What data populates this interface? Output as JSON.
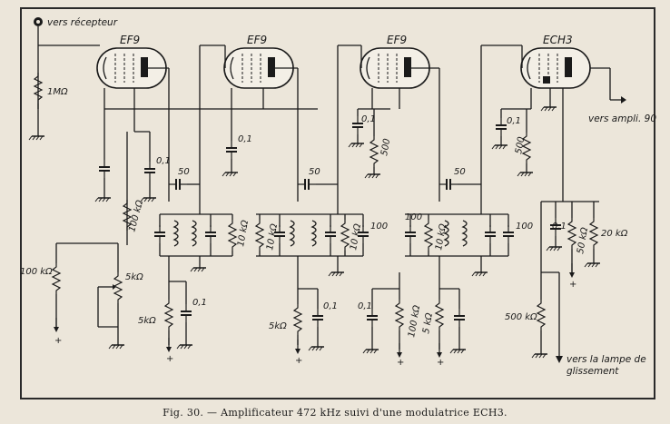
{
  "caption": "Fig. 30. — Amplificateur 472 kHz suivi d'une modulatrice ECH3.",
  "tubes": {
    "t1": "EF9",
    "t2": "EF9",
    "t3": "EF9",
    "t4": "ECH3"
  },
  "notes": {
    "input": "vers récepteur",
    "output": "vers ampli. 90",
    "lamp": "vers la lampe de",
    "lamp2": "glissement"
  },
  "labels": {
    "r1M": "1MΩ",
    "c01a": "0,1",
    "r100ka": "100 kΩ",
    "c50a": "50",
    "r10ka": "10 kΩ",
    "r100kb": "100 kΩ",
    "r5ka": "5kΩ",
    "r5kb": "5kΩ",
    "c01b": "0,1",
    "c01c": "0,1",
    "c50b": "50",
    "r10kb": "10 kΩ",
    "r10kc": "10 kΩ",
    "c100a": "100",
    "r5kc": "5kΩ",
    "c01d": "0,1",
    "c01e": "0,1",
    "r500a": "500",
    "c01f": "0,1",
    "r100kc": "100 kΩ",
    "c50c": "50",
    "c100b": "100",
    "r10kd": "10 kΩ",
    "c100c": "100",
    "r5kd": "5 kΩ",
    "c01g": "0,1",
    "r500b": "500",
    "c01h": "0,1",
    "r50k": "50 kΩ",
    "r20k": "20 kΩ",
    "r500k": "500 kΩ"
  }
}
